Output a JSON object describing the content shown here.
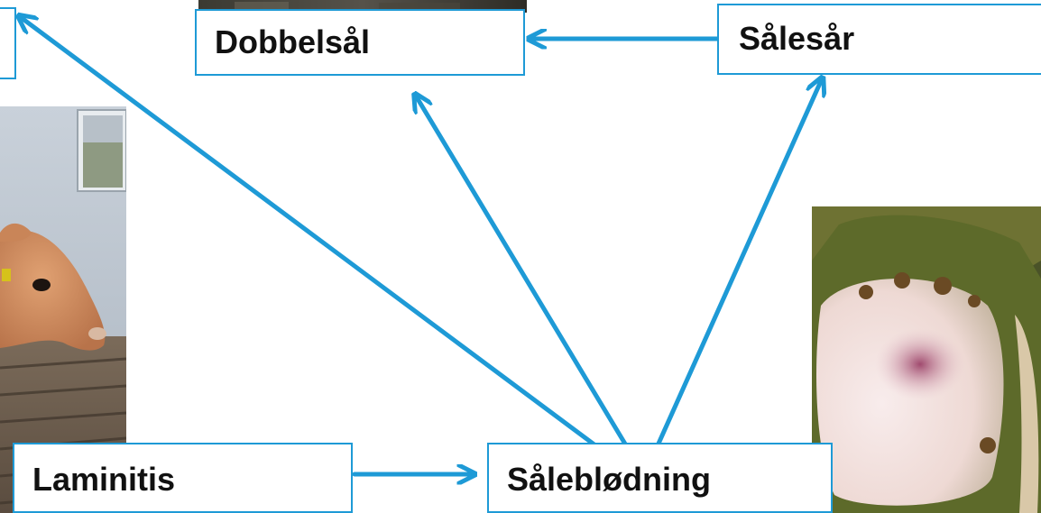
{
  "diagram": {
    "nodes": {
      "dobbelsal": "Dobbelsål",
      "salesar": "Sålesår",
      "laminitis": "Laminitis",
      "saleblodning": "Såleblødning"
    },
    "edges": [
      {
        "from": "saleblodning",
        "to": "top-left-offscreen"
      },
      {
        "from": "saleblodning",
        "to": "dobbelsal"
      },
      {
        "from": "saleblodning",
        "to": "salesar"
      },
      {
        "from": "salesar",
        "to": "dobbelsal"
      },
      {
        "from": "laminitis",
        "to": "saleblodning"
      }
    ],
    "colors": {
      "arrow": "#1e9ad6",
      "box_border": "#1e9ad6",
      "text": "#111111"
    },
    "images": [
      {
        "name": "hoof-photo-top",
        "subject": "hoof"
      },
      {
        "name": "cow-photo",
        "subject": "cow lying in barn"
      },
      {
        "name": "hoof-sole-photo",
        "subject": "hoof sole with hemorrhage"
      }
    ]
  }
}
